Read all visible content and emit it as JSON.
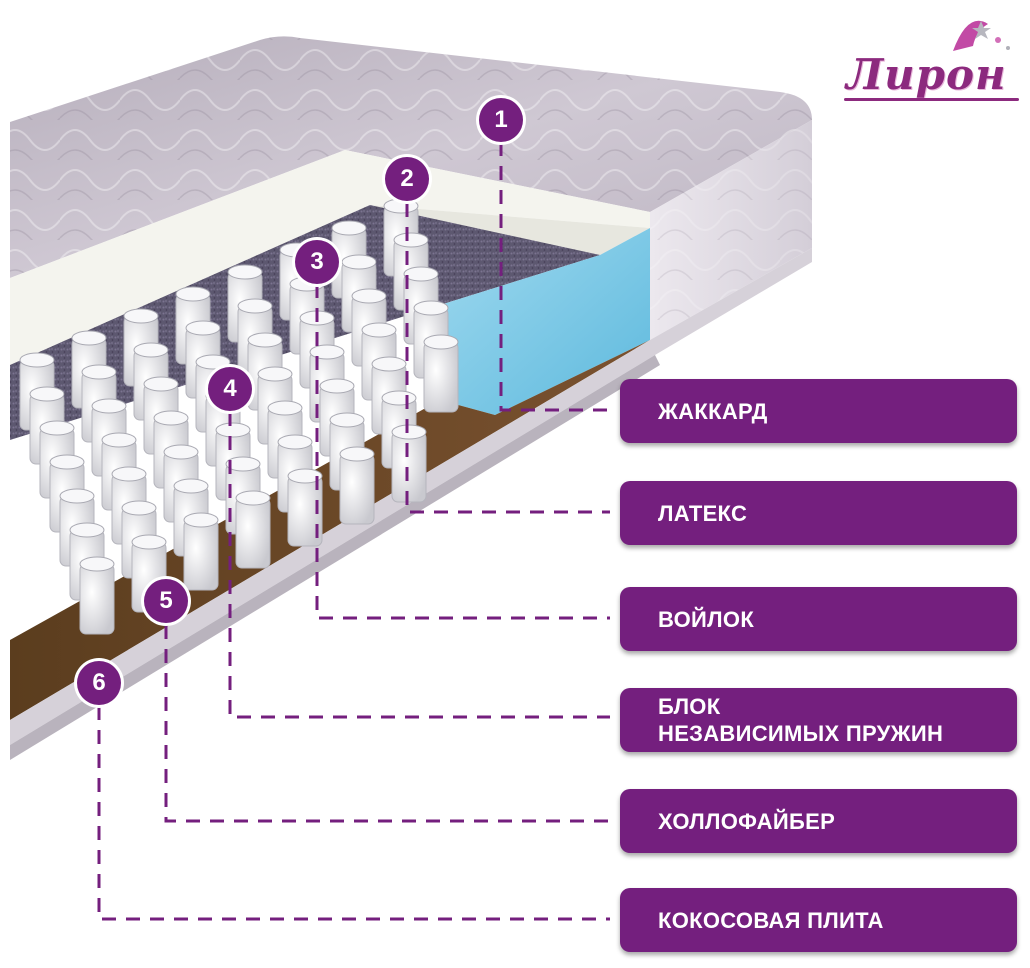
{
  "brand": {
    "name": "Лирон",
    "color": "#741f7e"
  },
  "layers": [
    {
      "number": "1",
      "label": "ЖАККАРД"
    },
    {
      "number": "2",
      "label": "ЛАТЕКС"
    },
    {
      "number": "3",
      "label": "ВОЙЛОК"
    },
    {
      "number": "4",
      "label": "БЛОК\nНЕЗАВИСИМЫХ ПРУЖИН"
    },
    {
      "number": "5",
      "label": "ХОЛЛОФАЙБЕР"
    },
    {
      "number": "6",
      "label": "КОКОСОВАЯ ПЛИТА"
    }
  ]
}
